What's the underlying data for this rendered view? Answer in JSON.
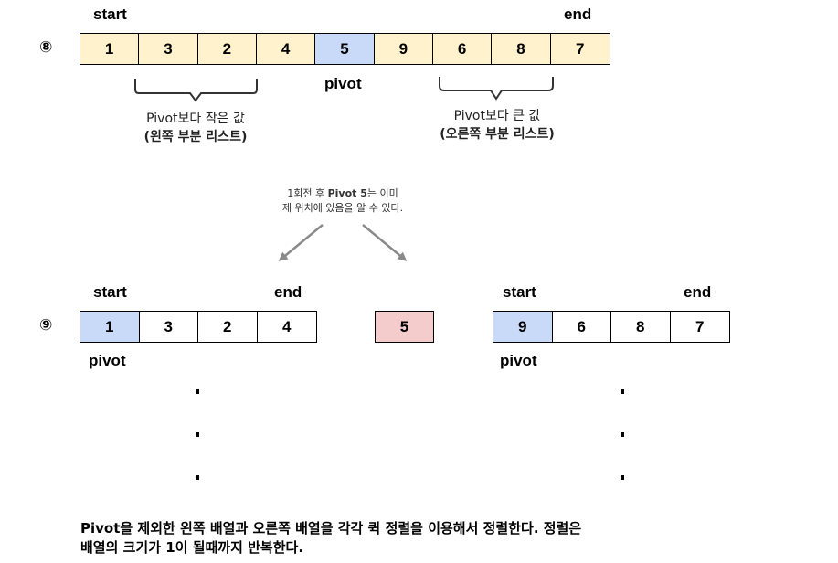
{
  "top": {
    "step": "⑧",
    "start_label": "start",
    "end_label": "end",
    "cells": [
      "1",
      "3",
      "2",
      "4",
      "5",
      "9",
      "6",
      "8",
      "7"
    ],
    "pivot_label": "pivot",
    "left_caption_1": "Pivot보다 작은 값",
    "left_caption_2": "(왼쪽 부분 리스트)",
    "right_caption_1": "Pivot보다 큰 값",
    "right_caption_2": "(오른쪽 부분 리스트)"
  },
  "note": {
    "line1_pre": "1회전 후 ",
    "line1_bold": "Pivot 5",
    "line1_post": "는 이미",
    "line2": "제 위치에 있음을 알 수 있다."
  },
  "bottom_row": {
    "step": "⑨",
    "left": {
      "start_label": "start",
      "end_label": "end",
      "cells": [
        "1",
        "3",
        "2",
        "4"
      ],
      "pivot_label": "pivot"
    },
    "middle": {
      "cell": "5"
    },
    "right": {
      "start_label": "start",
      "end_label": "end",
      "cells": [
        "9",
        "6",
        "8",
        "7"
      ],
      "pivot_label": "pivot"
    }
  },
  "colors": {
    "yellow": "#fff2cc",
    "blue": "#c9daf8",
    "pink": "#f4cccc",
    "arrow": "#8a8a8a"
  },
  "conclusion": {
    "line1": "Pivot을 제외한 왼쪽 배열과 오른쪽 배열을 각각 퀵 정렬을 이용해서 정렬한다. 정렬은",
    "line2": "배열의 크기가 1이 될때까지 반복한다."
  }
}
